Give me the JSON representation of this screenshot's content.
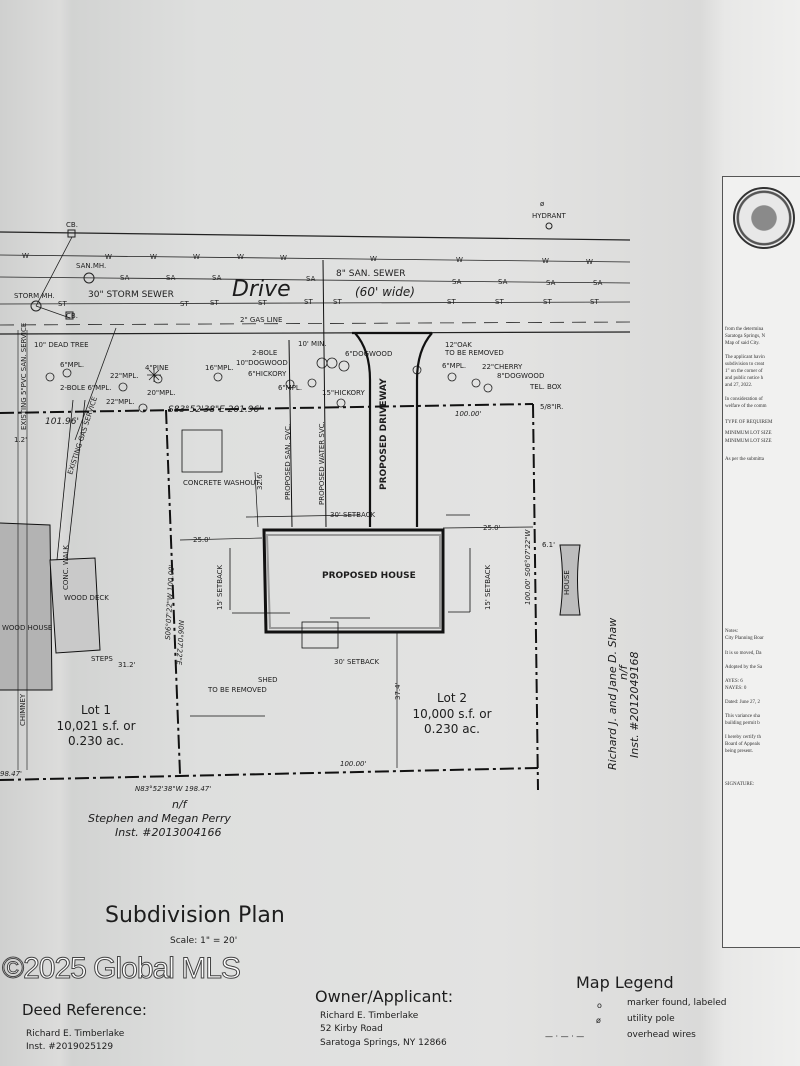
{
  "street": {
    "name": "Drive",
    "width_label": "(60' wide)",
    "san_sewer": "8\" SAN. SEWER",
    "storm_sewer": "30\" STORM SEWER",
    "gas_line": "2\" GAS LINE",
    "water_mark": "W",
    "sanitary_mark": "SA",
    "storm_mark": "ST",
    "san_mh": "SAN.MH.",
    "storm_mh": "STORM MH.",
    "cb": "CB.",
    "hydrant": "HYDRANT",
    "min_label": "10' MIN."
  },
  "trees": [
    {
      "label": "10\" DEAD TREE"
    },
    {
      "label": "6\"MPL."
    },
    {
      "label": "2-BOLE 6\"MPL."
    },
    {
      "label": "22\"MPL."
    },
    {
      "label": "4\"PINE"
    },
    {
      "label": "20\"MPL."
    },
    {
      "label": "22\"MPL."
    },
    {
      "label": "16\"MPL."
    },
    {
      "label": "2-BOLE"
    },
    {
      "label": "10\"DOGWOOD"
    },
    {
      "label": "6\"HICKORY"
    },
    {
      "label": "6\"MPL."
    },
    {
      "label": "6\"DOGWOOD"
    },
    {
      "label": "15\"HICKORY"
    },
    {
      "label": "12\"OAK"
    },
    {
      "label": "TO BE REMOVED"
    },
    {
      "label": "6\"MPL."
    },
    {
      "label": "22\"CHERRY"
    },
    {
      "label": "8\"DOGWOOD"
    }
  ],
  "features": {
    "tel_box": "TEL. BOX",
    "iron_rod": "5/8\"IR.",
    "concrete_washout": "CONCRETE WASHOUT",
    "proposed_san": "PROPOSED SAN. SVC.",
    "proposed_water": "PROPOSED WATER SVC.",
    "proposed_driveway": "PROPOSED DRIVEWAY",
    "proposed_house": "PROPOSED HOUSE",
    "front_setback": "30' SETBACK",
    "rear_setback": "30' SETBACK",
    "side_setback": "15' SETBACK",
    "shed": "SHED",
    "shed_note": "TO BE REMOVED",
    "existing_san": "EXISTING 5\"PVC SAN. SERVICE",
    "existing_gas": "EXISTING GAS SERVICE",
    "conc_walk": "CONC. WALK",
    "wood_deck": "WOOD DECK",
    "wood_house": "WOOD HOUSE",
    "steps": "STEPS",
    "chimney": "CHIMNEY",
    "neighbor_house": "HOUSE"
  },
  "dimensions": {
    "front_bearing": "S83°52'38\"E 201.96'",
    "front_left": "101.96'",
    "front_right": "100.00'",
    "rear_bearing": "N83°52'38\"W 198.47'",
    "rear_left": "98.47'",
    "rear_right": "100.00'",
    "mid_line_a": "S06°07'22\"W 100.00'",
    "mid_line_b": "N06°07'22\"E",
    "right_line": "100.00' S06°07'22\"W",
    "d_1_2": "1.2'",
    "d_32_6": "32.6'",
    "d_25_left": "25.0'",
    "d_25_right": "25.0'",
    "d_31_2": "31.2'",
    "d_37_4": "37.4'",
    "d_6_1": "6.1'"
  },
  "lots": [
    {
      "name": "Lot 1",
      "area_sf": "10,021 s.f. or",
      "area_ac": "0.230 ac."
    },
    {
      "name": "Lot 2",
      "area_sf": "10,000 s.f. or",
      "area_ac": "0.230 ac."
    }
  ],
  "neighbors": {
    "south": {
      "nf": "n/f",
      "names": "Stephen and Megan Perry",
      "inst": "Inst. #2013004166"
    },
    "east": {
      "nf": "n/f",
      "names": "Richard J. and Jane D. Shaw",
      "inst": "Inst. #2012049168"
    }
  },
  "title_block": {
    "title": "Subdivision Plan",
    "scale": "Scale: 1\" = 20'"
  },
  "deed_reference": {
    "heading": "Deed Reference:",
    "name": "Richard E. Timberlake",
    "inst": "Inst. #2019025129"
  },
  "owner": {
    "heading": "Owner/Applicant:",
    "name": "Richard E. Timberlake",
    "street": "52 Kirby Road",
    "city": "Saratoga Springs, NY 12866"
  },
  "legend": {
    "heading": "Map Legend",
    "items": [
      {
        "symbol": "o",
        "label": "marker found, labeled"
      },
      {
        "symbol": "ø",
        "label": "utility pole"
      },
      {
        "symbol": "— · — · —",
        "label": "overhead wires"
      }
    ]
  },
  "resolution_panel": {
    "lines": [
      "from the determina",
      "Saratoga Springs, N",
      "Map of said City.",
      "The applicant havin",
      "subdivision to creat",
      "1\" on the corner of",
      "and public notice h",
      "and 27, 2022.",
      "In consideration of",
      "welfare of the comm",
      "TYPE OF REQUIREM",
      "MINIMUM LOT SIZE",
      "MINIMUM LOT SIZE",
      "As per the submitta",
      "Notes:",
      "City Planning Boar",
      "It is so moved, Da",
      "Adopted by the Sa",
      "AYES:   6",
      "NAYES:  0",
      "Dated: June 27, 2",
      "This variance sha",
      "building permit b",
      "I hereby certify th",
      "Board of Appeals",
      "being present.",
      "SIGNATURE:"
    ]
  },
  "watermark": "©2025 Global MLS"
}
